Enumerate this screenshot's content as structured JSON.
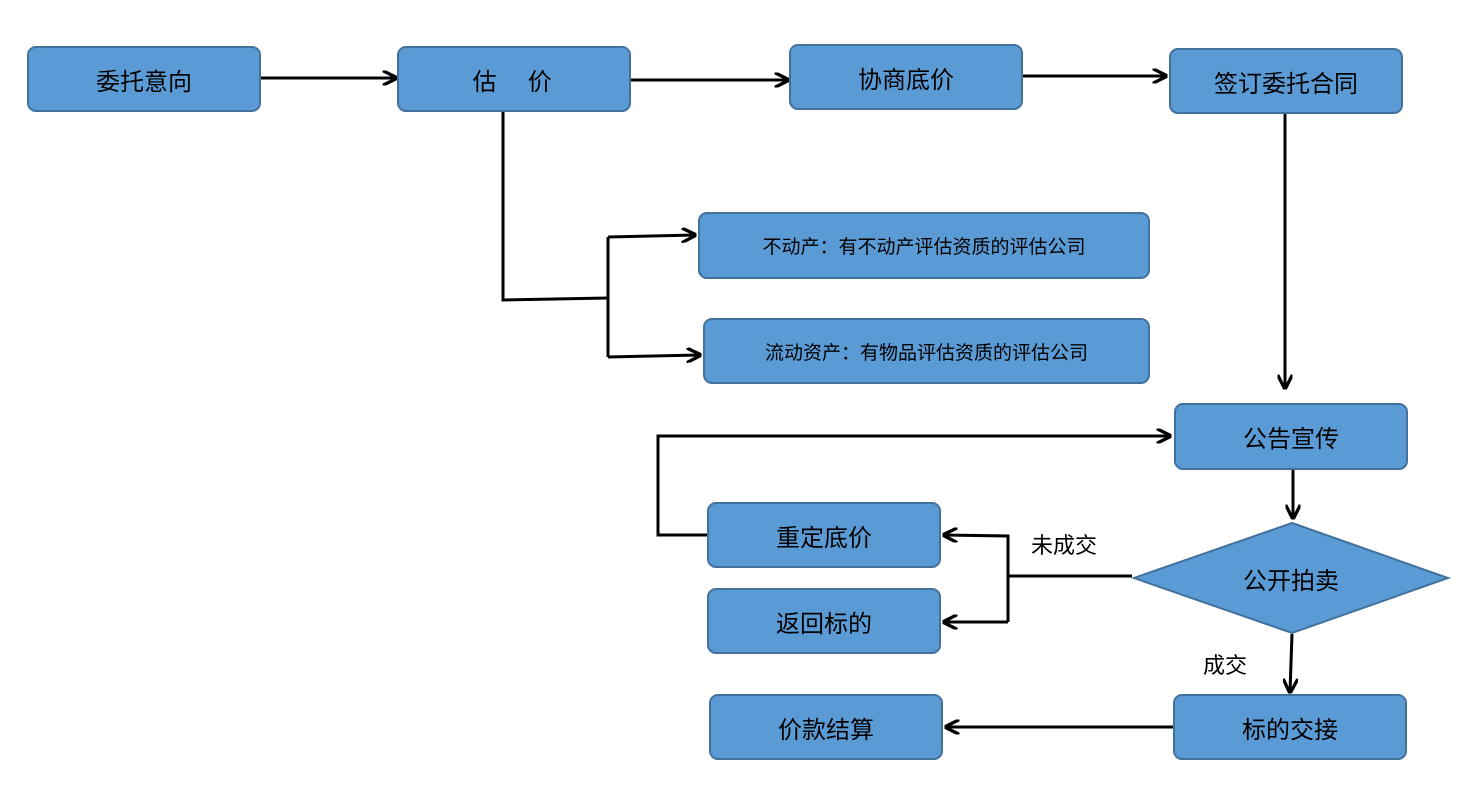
{
  "nodes": {
    "entrust_intent": "委托意向",
    "appraisal": "估　价",
    "negotiate_reserve": "协商底价",
    "sign_contract": "签订委托合同",
    "real_estate": "不动产：有不动产评估资质的评估公司",
    "current_assets": "流动资产：有物品评估资质的评估公司",
    "announcement": "公告宣传",
    "public_auction": "公开拍卖",
    "reset_reserve": "重定底价",
    "return_item": "返回标的",
    "payment_settlement": "价款结算",
    "item_handover": "标的交接"
  },
  "edge_labels": {
    "not_sold": "未成交",
    "sold": "成交"
  },
  "colors": {
    "node_fill": "#5b9bd5",
    "node_border": "#41719c",
    "line": "#000000"
  }
}
